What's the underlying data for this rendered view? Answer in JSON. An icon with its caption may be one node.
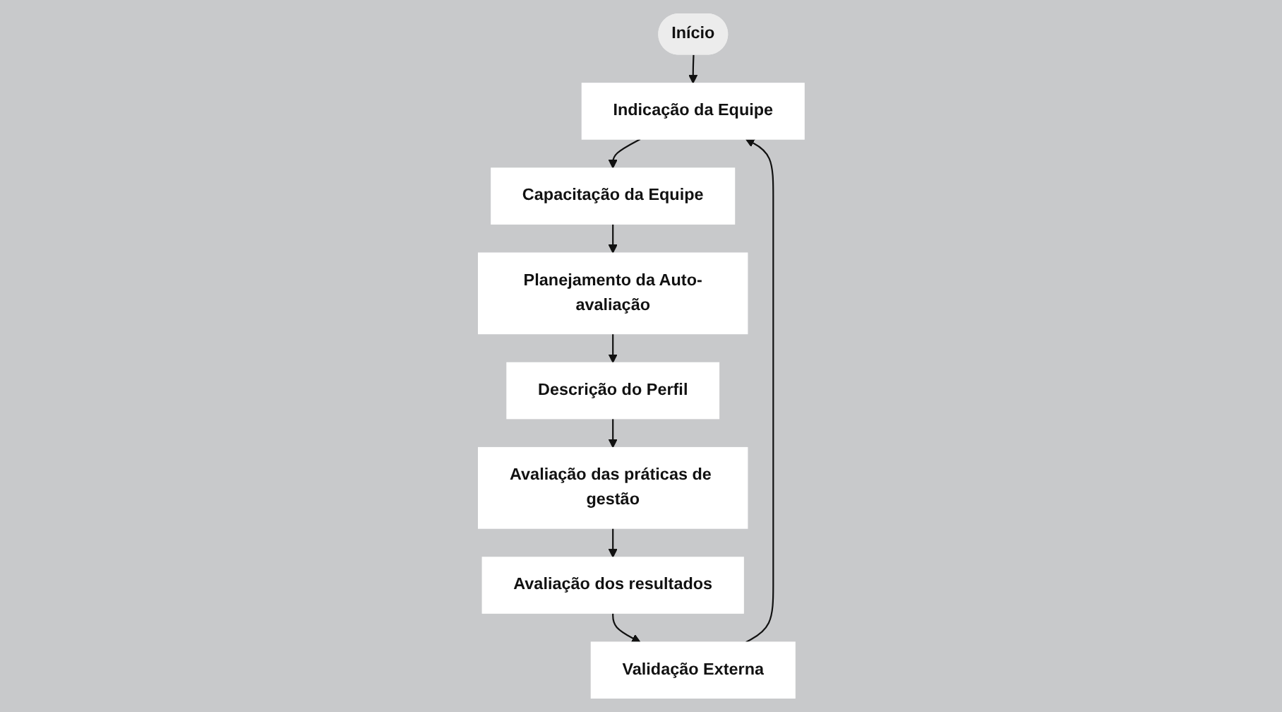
{
  "diagram": {
    "nodes": [
      {
        "text": [
          "Início"
        ]
      },
      {
        "text": [
          "Indicação da Equipe"
        ]
      },
      {
        "text": [
          "Capacitação da Equipe"
        ]
      },
      {
        "text": [
          "Planejamento da Auto-avaliação"
        ]
      },
      {
        "text": [
          "Descrição do Perfil"
        ]
      },
      {
        "text": [
          "Avaliação das práticas de gestão"
        ]
      },
      {
        "text": [
          "Avaliação dos resultados"
        ]
      },
      {
        "text": [
          "Validação Externa"
        ]
      }
    ],
    "edges": [
      {
        "from": 0,
        "to": 1,
        "arrow": "to"
      },
      {
        "from": 1,
        "to": 2,
        "arrow": "to"
      },
      {
        "from": 2,
        "to": 3,
        "arrow": "to"
      },
      {
        "from": 3,
        "to": 4,
        "arrow": "to"
      },
      {
        "from": 4,
        "to": 5,
        "arrow": "to"
      },
      {
        "from": 5,
        "to": 6,
        "arrow": "to"
      },
      {
        "from": 6,
        "to": 7,
        "arrow": "to"
      },
      {
        "from": 7,
        "to": 1,
        "arrow": "to"
      }
    ]
  }
}
